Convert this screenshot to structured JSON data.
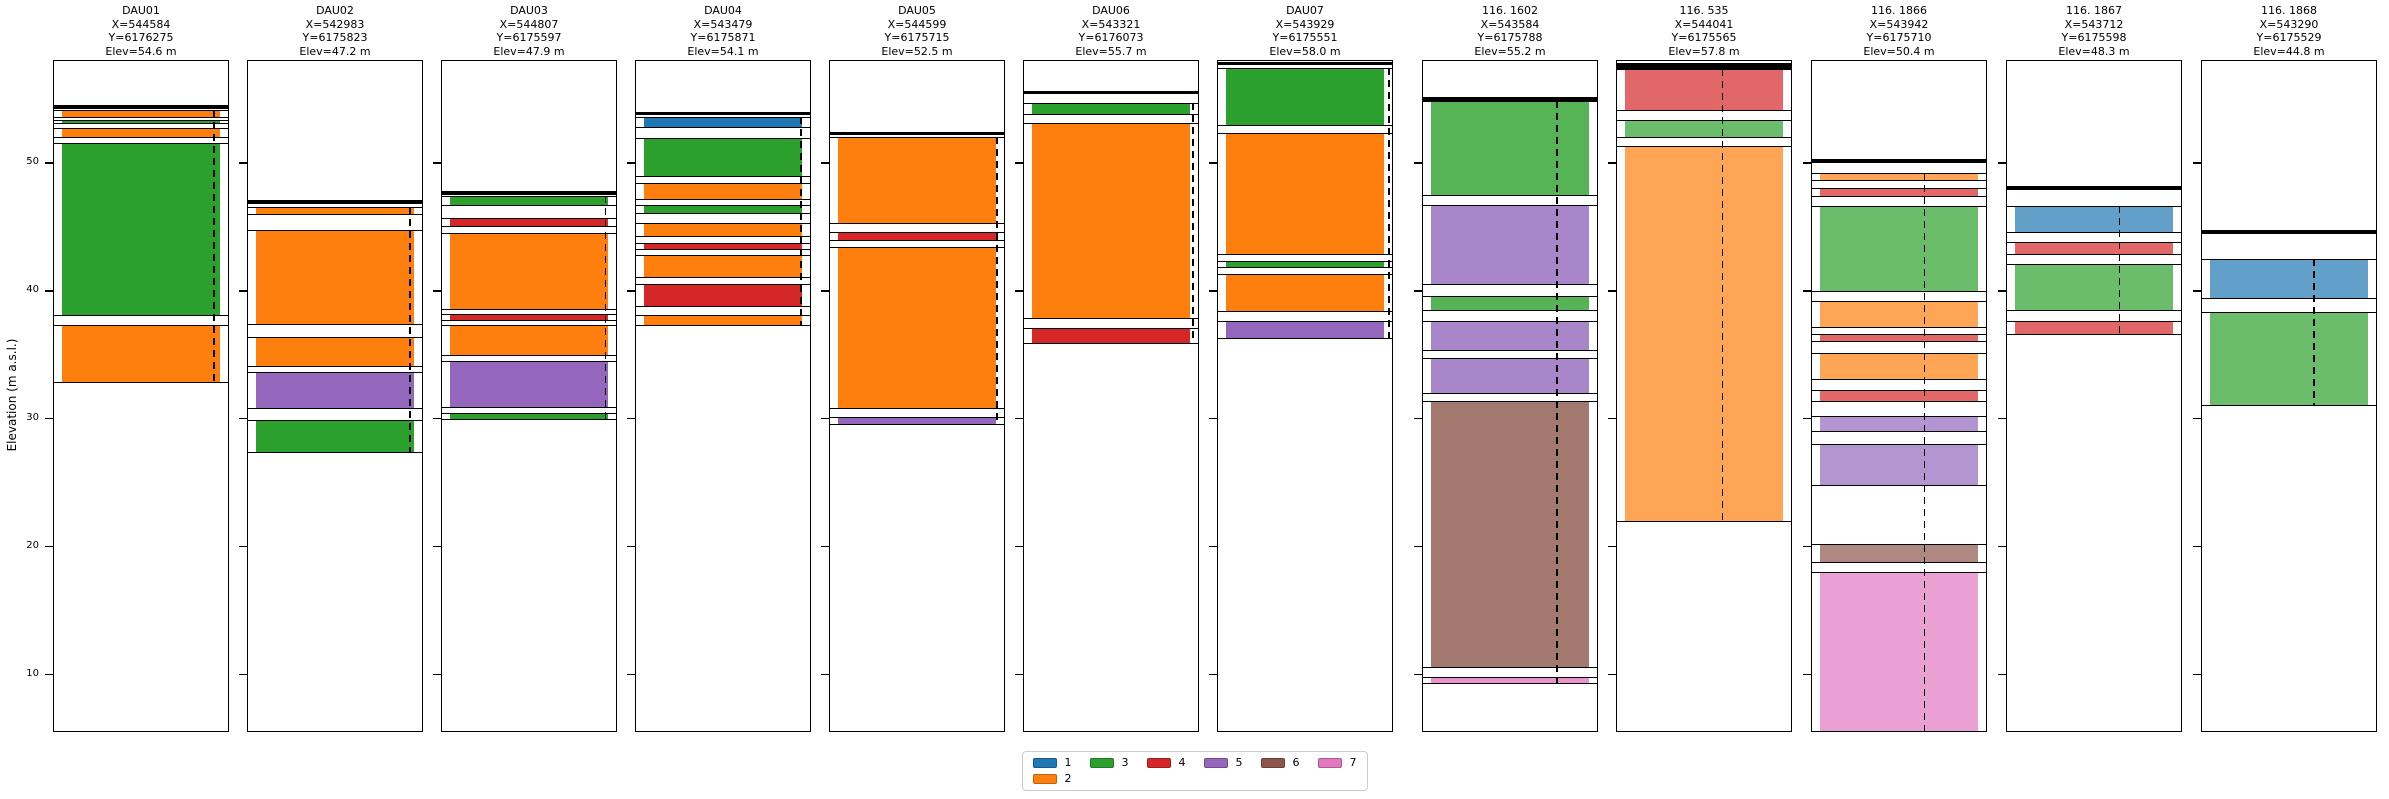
{
  "chart_data": {
    "type": "stratigraphic-column-log",
    "title": "",
    "ylabel": "Elevation (m a.s.l.)",
    "yticks": [
      50,
      40,
      30,
      20,
      10
    ],
    "ytick_labels": [
      "50",
      "40",
      "30",
      "20",
      "10"
    ],
    "ylim": [
      5.5,
      58.05
    ],
    "grid": false,
    "legend_position": "bottom-center",
    "unit_colors": {
      "1": "#1f77b4",
      "2": "#ff7f0e",
      "3": "#2ca02c",
      "4": "#d62728",
      "5": "#9467bd",
      "6": "#8c564b",
      "7": "#e377c2",
      "surface": "#000000"
    },
    "legend": {
      "entries": [
        {
          "label": "1",
          "color": "#1f77b4"
        },
        {
          "label": "2",
          "color": "#ff7f0e"
        },
        {
          "label": "3",
          "color": "#2ca02c"
        },
        {
          "label": "4",
          "color": "#d62728"
        },
        {
          "label": "5",
          "color": "#9467bd"
        },
        {
          "label": "6",
          "color": "#8c564b"
        },
        {
          "label": "7",
          "color": "#e377c2"
        }
      ]
    },
    "boreholes": [
      {
        "name": "DAU01",
        "title_lines": [
          "DAU01",
          "X=544584",
          "Y=6176275",
          "Elev=54.6 m"
        ],
        "alpha": 1.0,
        "dash_x_frac": 0.91,
        "dash_top": 54.2,
        "dash_bottom": 32.9,
        "layers": [
          {
            "unit": "surface",
            "top": 54.6,
            "bottom": 54.3
          },
          {
            "unit": "2",
            "top": 54.2,
            "bottom": 53.6
          },
          {
            "unit": "3",
            "top": 53.4,
            "bottom": 53.1
          },
          {
            "unit": "2",
            "top": 52.8,
            "bottom": 52.0
          },
          {
            "unit": "3",
            "top": 51.6,
            "bottom": 38.1
          },
          {
            "unit": "2",
            "top": 37.4,
            "bottom": 32.9
          }
        ]
      },
      {
        "name": "DAU02",
        "title_lines": [
          "DAU02",
          "X=542983",
          "Y=6175823",
          "Elev=47.2 m"
        ],
        "alpha": 1.0,
        "dash_x_frac": 0.92,
        "dash_top": 46.6,
        "dash_bottom": 27.4,
        "layers": [
          {
            "unit": "surface",
            "top": 47.2,
            "bottom": 46.9
          },
          {
            "unit": "2",
            "top": 46.6,
            "bottom": 46.0
          },
          {
            "unit": "2",
            "top": 44.8,
            "bottom": 37.4
          },
          {
            "unit": "2",
            "top": 36.5,
            "bottom": 34.1
          },
          {
            "unit": "5",
            "top": 33.7,
            "bottom": 30.8
          },
          {
            "unit": "3",
            "top": 30.0,
            "bottom": 27.4
          }
        ]
      },
      {
        "name": "DAU03",
        "title_lines": [
          "DAU03",
          "X=544807",
          "Y=6175597",
          "Elev=47.9 m"
        ],
        "alpha": 1.0,
        "dash_x_frac": 0.93,
        "dash_top": 47.5,
        "dash_bottom": 30.0,
        "layers": [
          {
            "unit": "surface",
            "top": 47.9,
            "bottom": 47.6
          },
          {
            "unit": "3",
            "top": 47.5,
            "bottom": 46.7
          },
          {
            "unit": "4",
            "top": 45.8,
            "bottom": 45.1
          },
          {
            "unit": "2",
            "top": 44.6,
            "bottom": 38.6
          },
          {
            "unit": "4",
            "top": 38.3,
            "bottom": 37.7
          },
          {
            "unit": "2",
            "top": 37.4,
            "bottom": 35.0
          },
          {
            "unit": "5",
            "top": 34.6,
            "bottom": 30.9
          },
          {
            "unit": "3",
            "top": 30.5,
            "bottom": 30.0
          }
        ]
      },
      {
        "name": "DAU04",
        "title_lines": [
          "DAU04",
          "X=543479",
          "Y=6175871",
          "Elev=54.1 m"
        ],
        "alpha": 1.0,
        "dash_x_frac": 0.94,
        "dash_top": 53.7,
        "dash_bottom": 37.3,
        "layers": [
          {
            "unit": "surface",
            "top": 54.1,
            "bottom": 53.9
          },
          {
            "unit": "1",
            "top": 53.7,
            "bottom": 52.8
          },
          {
            "unit": "3",
            "top": 52.0,
            "bottom": 49.0
          },
          {
            "unit": "2",
            "top": 48.5,
            "bottom": 47.2
          },
          {
            "unit": "3",
            "top": 46.8,
            "bottom": 46.1
          },
          {
            "unit": "2",
            "top": 45.4,
            "bottom": 44.3
          },
          {
            "unit": "4",
            "top": 43.8,
            "bottom": 43.3
          },
          {
            "unit": "2",
            "top": 42.9,
            "bottom": 41.1
          },
          {
            "unit": "4",
            "top": 40.6,
            "bottom": 38.8
          },
          {
            "unit": "2",
            "top": 38.2,
            "bottom": 37.3
          }
        ]
      },
      {
        "name": "DAU05",
        "title_lines": [
          "DAU05",
          "X=544599",
          "Y=6175715",
          "Elev=52.5 m"
        ],
        "alpha": 1.0,
        "dash_x_frac": 0.95,
        "dash_top": 52.1,
        "dash_bottom": 29.6,
        "layers": [
          {
            "unit": "surface",
            "top": 52.5,
            "bottom": 52.25
          },
          {
            "unit": "2",
            "top": 52.1,
            "bottom": 45.3
          },
          {
            "unit": "4",
            "top": 44.7,
            "bottom": 44.0
          },
          {
            "unit": "2",
            "top": 43.5,
            "bottom": 30.8
          },
          {
            "unit": "5",
            "top": 30.2,
            "bottom": 29.6
          }
        ]
      },
      {
        "name": "DAU06",
        "title_lines": [
          "DAU06",
          "X=543321",
          "Y=6176073",
          "Elev=55.7 m"
        ],
        "alpha": 1.0,
        "dash_x_frac": 0.96,
        "dash_top": 54.8,
        "dash_bottom": 35.9,
        "layers": [
          {
            "unit": "surface",
            "top": 55.7,
            "bottom": 55.45
          },
          {
            "unit": "3",
            "top": 54.8,
            "bottom": 53.8
          },
          {
            "unit": "2",
            "top": 53.2,
            "bottom": 37.9
          },
          {
            "unit": "4",
            "top": 37.2,
            "bottom": 35.9
          }
        ]
      },
      {
        "name": "DAU07",
        "title_lines": [
          "DAU07",
          "X=543929",
          "Y=6175551",
          "Elev=58.0 m"
        ],
        "alpha": 1.0,
        "dash_x_frac": 0.97,
        "dash_top": 57.5,
        "dash_bottom": 36.3,
        "layers": [
          {
            "unit": "surface",
            "top": 58.0,
            "bottom": 57.7
          },
          {
            "unit": "3",
            "top": 57.5,
            "bottom": 53.0
          },
          {
            "unit": "2",
            "top": 52.4,
            "bottom": 42.9
          },
          {
            "unit": "3",
            "top": 42.4,
            "bottom": 41.9
          },
          {
            "unit": "2",
            "top": 41.4,
            "bottom": 38.4
          },
          {
            "unit": "5",
            "top": 37.7,
            "bottom": 36.3
          }
        ]
      },
      {
        "name": "116. 1602",
        "title_lines": [
          "116. 1602",
          "X=543584",
          "Y=6175788",
          "Elev=55.2 m"
        ],
        "alpha": 0.8,
        "dash_x_frac": 0.76,
        "dash_top": 54.9,
        "dash_bottom": 9.3,
        "layers": [
          {
            "unit": "surface",
            "top": 55.2,
            "bottom": 54.95
          },
          {
            "unit": "3",
            "top": 54.9,
            "bottom": 47.5
          },
          {
            "unit": "5",
            "top": 46.8,
            "bottom": 40.5
          },
          {
            "unit": "3",
            "top": 39.7,
            "bottom": 38.5
          },
          {
            "unit": "5",
            "top": 37.7,
            "bottom": 35.4
          },
          {
            "unit": "5",
            "top": 34.8,
            "bottom": 32.0
          },
          {
            "unit": "6",
            "top": 31.5,
            "bottom": 10.6
          },
          {
            "unit": "7",
            "top": 9.85,
            "bottom": 9.3
          }
        ]
      },
      {
        "name": "116. 535",
        "title_lines": [
          "116. 535",
          "X=544041",
          "Y=6175565",
          "Elev=57.8 m"
        ],
        "alpha": 0.7,
        "dash_x_frac": 0.6,
        "dash_top": 57.4,
        "dash_bottom": 22.0,
        "layers": [
          {
            "unit": "surface",
            "top": 57.9,
            "bottom": 57.45
          },
          {
            "unit": "4",
            "top": 57.4,
            "bottom": 54.1
          },
          {
            "unit": "3",
            "top": 53.4,
            "bottom": 52.0
          },
          {
            "unit": "2",
            "top": 51.4,
            "bottom": 22.0
          }
        ]
      },
      {
        "name": "116. 1866",
        "title_lines": [
          "116. 1866",
          "X=543942",
          "Y=6175710",
          "Elev=50.4 m"
        ],
        "alpha": 0.7,
        "dash_x_frac": 0.64,
        "dash_top": 49.3,
        "dash_bottom": 5.5,
        "layers": [
          {
            "unit": "surface",
            "top": 50.4,
            "bottom": 50.1
          },
          {
            "unit": "2",
            "top": 49.3,
            "bottom": 48.7
          },
          {
            "unit": "4",
            "top": 48.1,
            "bottom": 47.4
          },
          {
            "unit": "3",
            "top": 46.7,
            "bottom": 40.0
          },
          {
            "unit": "2",
            "top": 39.3,
            "bottom": 37.2
          },
          {
            "unit": "4",
            "top": 36.7,
            "bottom": 36.1
          },
          {
            "unit": "2",
            "top": 35.2,
            "bottom": 33.1
          },
          {
            "unit": "4",
            "top": 32.3,
            "bottom": 31.4
          },
          {
            "unit": "5",
            "top": 30.3,
            "bottom": 29.0
          },
          {
            "unit": "5",
            "top": 28.1,
            "bottom": 24.8
          },
          {
            "unit": "6",
            "top": 20.3,
            "bottom": 18.8
          },
          {
            "unit": "7",
            "top": 18.1,
            "bottom": 5.5
          }
        ]
      },
      {
        "name": "116. 1867",
        "title_lines": [
          "116. 1867",
          "X=543712",
          "Y=6175598",
          "Elev=48.3 m"
        ],
        "alpha": 0.7,
        "dash_x_frac": 0.64,
        "dash_top": 46.7,
        "dash_bottom": 36.6,
        "layers": [
          {
            "unit": "surface",
            "top": 48.3,
            "bottom": 48.0
          },
          {
            "unit": "1",
            "top": 46.7,
            "bottom": 44.6
          },
          {
            "unit": "4",
            "top": 43.9,
            "bottom": 42.9
          },
          {
            "unit": "3",
            "top": 42.2,
            "bottom": 38.5
          },
          {
            "unit": "4",
            "top": 37.7,
            "bottom": 36.6
          }
        ]
      },
      {
        "name": "116. 1868",
        "title_lines": [
          "116. 1868",
          "X=543290",
          "Y=6175529",
          "Elev=44.8 m"
        ],
        "alpha": 0.7,
        "dash_x_frac": 0.635,
        "dash_top": 42.6,
        "dash_bottom": 31.1,
        "layers": [
          {
            "unit": "surface",
            "top": 44.8,
            "bottom": 44.5
          },
          {
            "unit": "1",
            "top": 42.6,
            "bottom": 39.4
          },
          {
            "unit": "3",
            "top": 38.4,
            "bottom": 31.1
          }
        ]
      }
    ]
  }
}
